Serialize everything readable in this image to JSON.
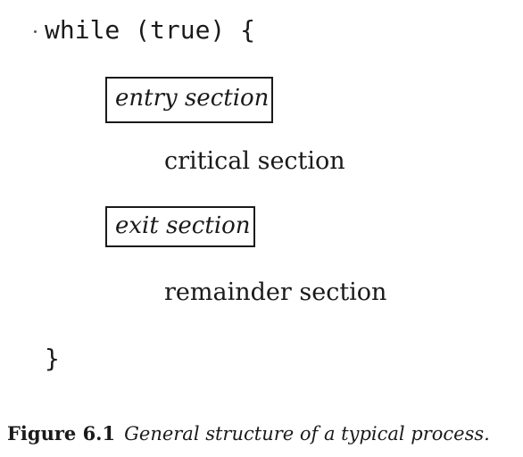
{
  "code": {
    "while_line": "while (true) {",
    "close_brace": "}"
  },
  "sections": {
    "entry": "entry section",
    "critical": "critical section",
    "exit": "exit section",
    "remainder": "remainder section"
  },
  "caption": {
    "label": "Figure 6.1",
    "text": "General structure of a typical process."
  }
}
